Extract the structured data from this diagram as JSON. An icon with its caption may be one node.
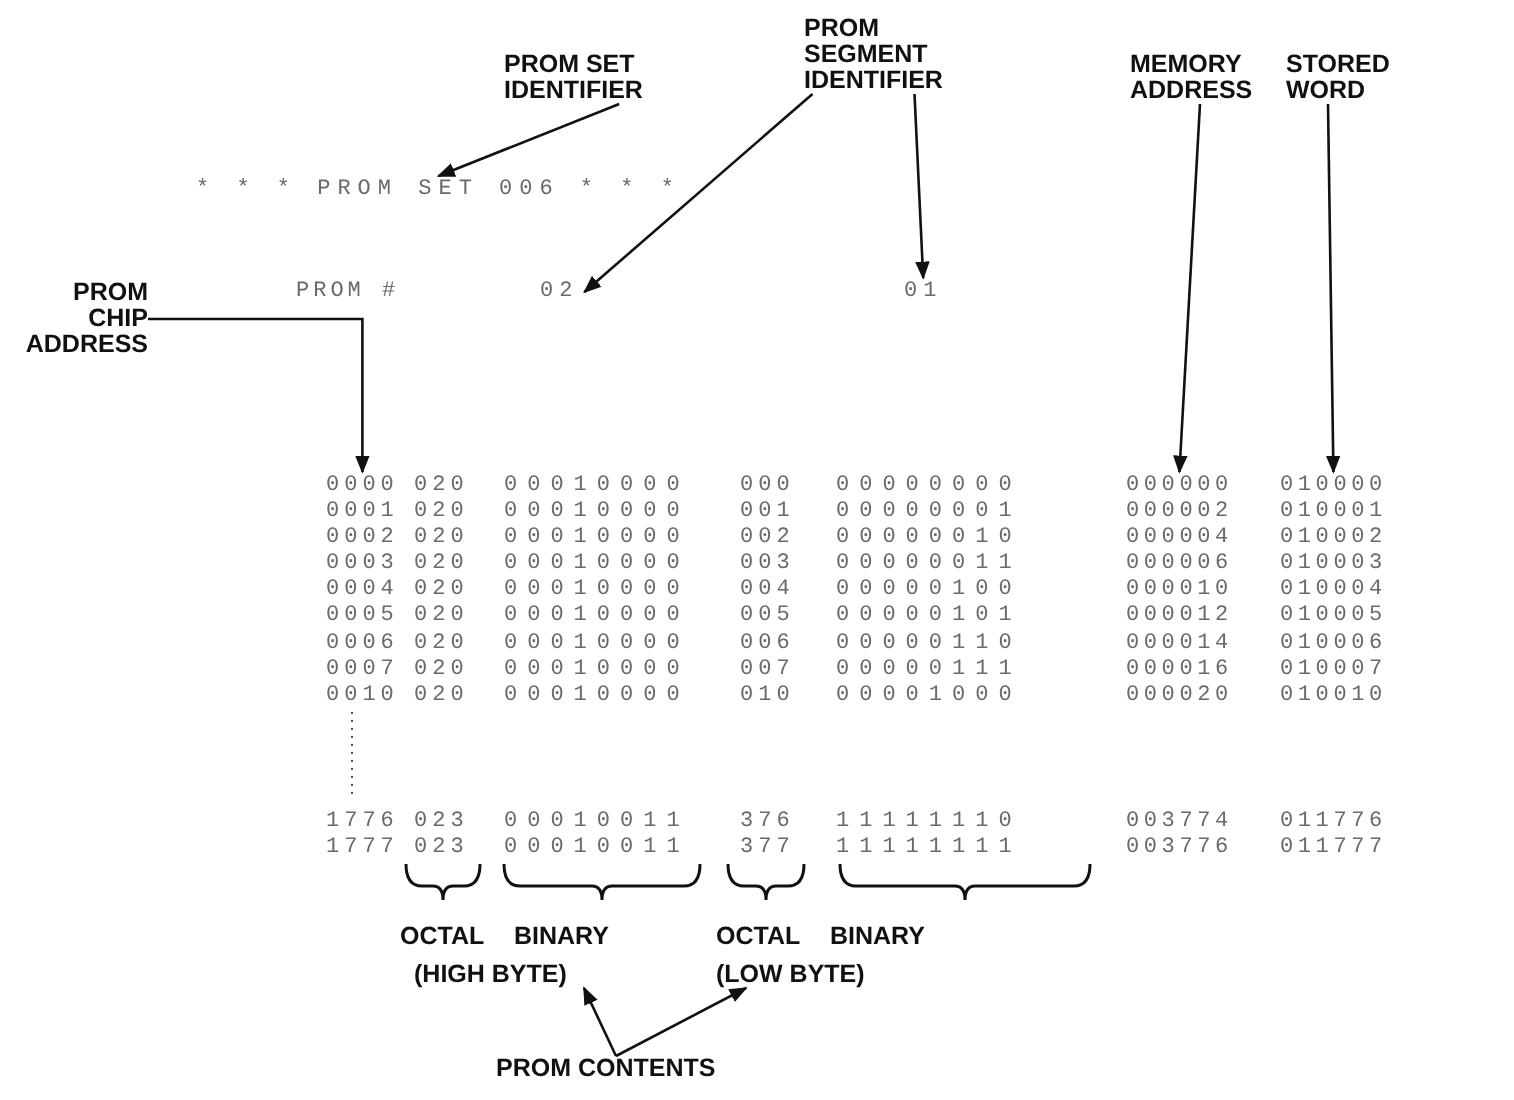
{
  "diagram": {
    "nodes": [
      {
        "text": [
          "PROM SET IDENTIFIER"
        ]
      },
      {
        "text": [
          "PROM SEGMENT IDENTIFIER"
        ]
      },
      {
        "text": [
          "MEMORY ADDRESS"
        ]
      },
      {
        "text": [
          "STORED WORD"
        ]
      },
      {
        "text": [
          "* * * PROM SET 006 * * *"
        ]
      },
      {
        "text": [
          "02"
        ]
      },
      {
        "text": [
          "01"
        ]
      },
      {
        "text": [
          "PROM CHIP ADDRESS"
        ]
      },
      {
        "text": [
          "0000"
        ]
      },
      {
        "text": [
          "000000"
        ]
      },
      {
        "text": [
          "010000"
        ]
      },
      {
        "text": [
          "(HIGH BYTE)"
        ]
      },
      {
        "text": [
          "(LOW BYTE)"
        ]
      },
      {
        "text": [
          "PROM CONTENTS"
        ]
      }
    ],
    "edges": [
      {
        "from": 0,
        "to": 4,
        "arrow": "to"
      },
      {
        "from": 1,
        "to": 5,
        "arrow": "to"
      },
      {
        "from": 1,
        "to": 6,
        "arrow": "to"
      },
      {
        "from": 2,
        "to": 9,
        "arrow": "to"
      },
      {
        "from": 3,
        "to": 10,
        "arrow": "to"
      },
      {
        "from": 7,
        "to": 8,
        "arrow": "to"
      },
      {
        "from": 13,
        "to": 11,
        "arrow": "to"
      },
      {
        "from": 13,
        "to": 12,
        "arrow": "to"
      }
    ],
    "labels": [
      "PROM #",
      "020",
      "00010000",
      "000",
      "00000000",
      "0001",
      "020",
      "00010000",
      "001",
      "00000001",
      "000002",
      "010001",
      "0002",
      "020",
      "00010000",
      "002",
      "00000010",
      "000004",
      "010002",
      "0003",
      "020",
      "00010000",
      "003",
      "00000011",
      "000006",
      "010003",
      "0004",
      "020",
      "00010000",
      "004",
      "00000100",
      "000010",
      "010004",
      "0005",
      "020",
      "00010000",
      "005",
      "00000101",
      "000012",
      "010005",
      "0006",
      "020",
      "00010000",
      "006",
      "00000110",
      "000014",
      "010006",
      "0007",
      "020",
      "00010000",
      "007",
      "00000111",
      "000016",
      "010007",
      "0010",
      "020",
      "00010000",
      "010",
      "00001000",
      "000020",
      "010010",
      "1776",
      "023",
      "00010011",
      "376",
      "11111110",
      "003774",
      "011776",
      "1777",
      "023",
      "00010011",
      "377",
      "11111111",
      "003776",
      "011777",
      "OCTAL",
      "BINARY",
      "OCTAL",
      "BINARY"
    ]
  }
}
